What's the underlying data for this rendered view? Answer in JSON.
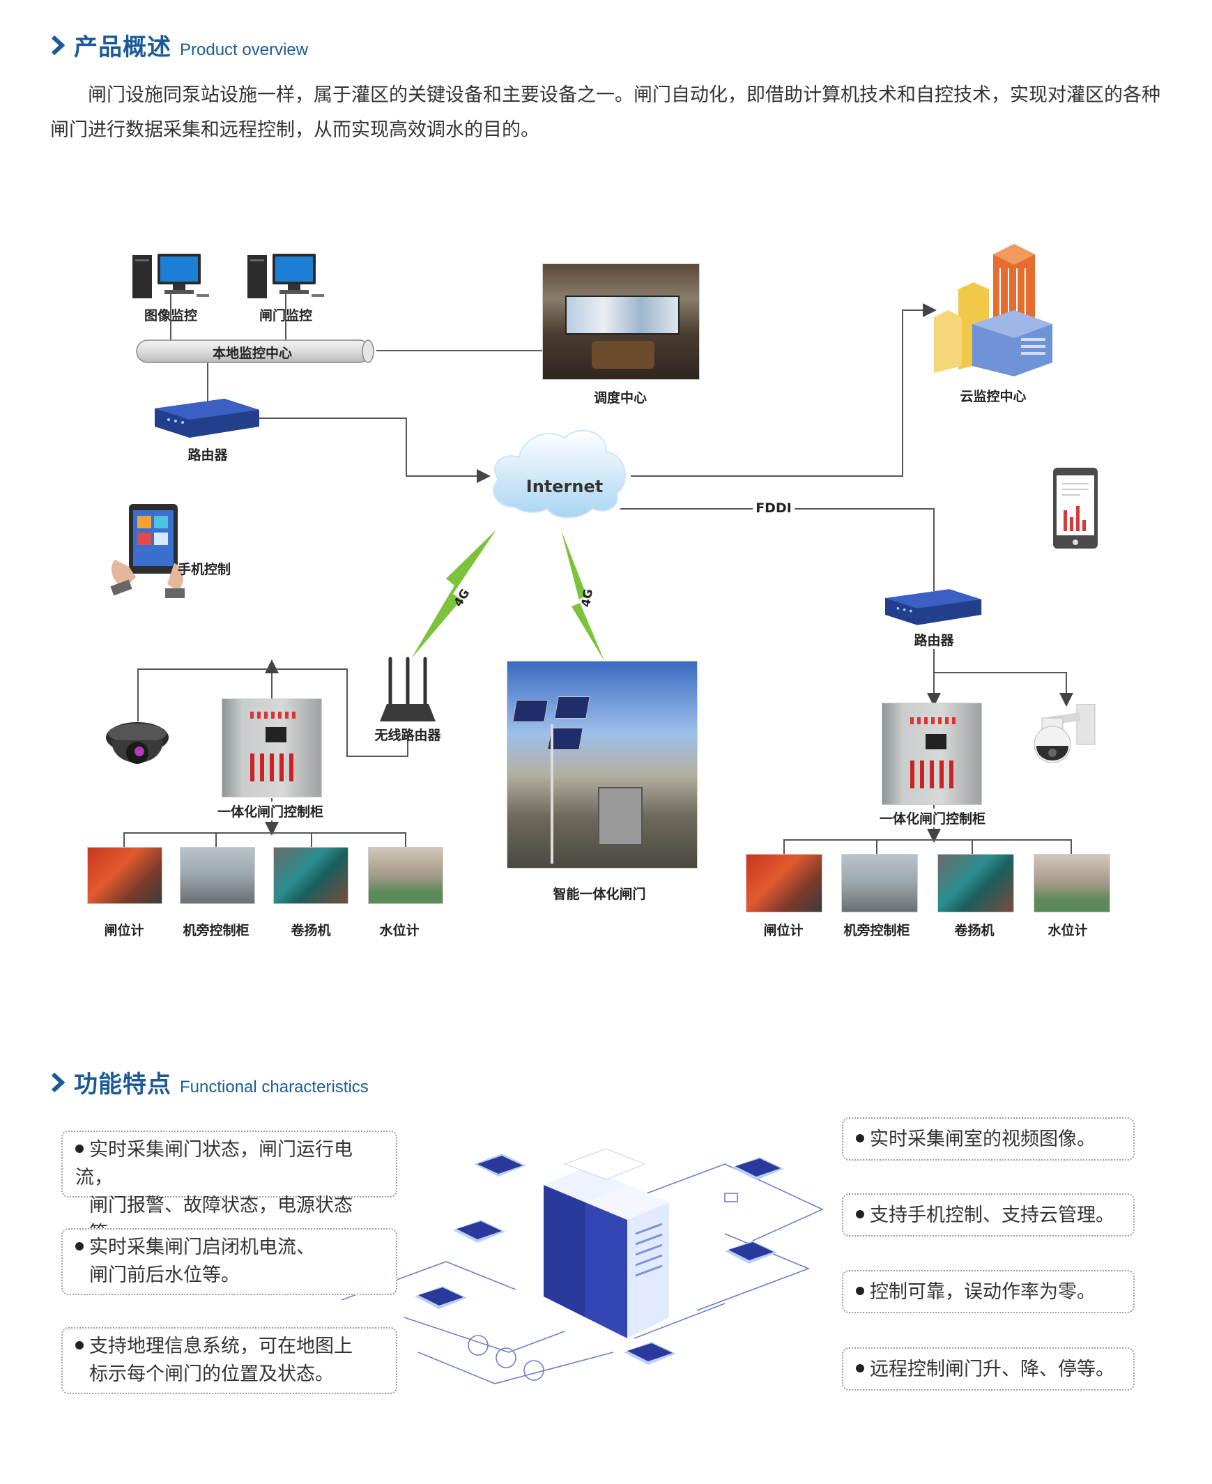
{
  "overview": {
    "title_zh": "产品概述",
    "title_en": "Product overview",
    "paragraph": "闸门设施同泵站设施一样，属于灌区的关键设备和主要设备之一。闸门自动化，即借助计算机技术和自控技术，实现对灌区的各种闸门进行数据采集和远程控制，从而实现高效调水的目的。"
  },
  "diagram": {
    "image_monitor": "图像监控",
    "gate_monitor": "闸门监控",
    "local_center": "本地监控中心",
    "router_left": "路由器",
    "dispatch_center": "调度中心",
    "cloud_center": "云监控中心",
    "internet": "Internet",
    "fddi": "FDDI",
    "phone_control": "手机控制",
    "link_4g_a": "4G",
    "link_4g_b": "4G",
    "router_right": "路由器",
    "wireless_router": "无线路由器",
    "cabinet_left": "一体化闸门控制柜",
    "cabinet_right": "一体化闸门控制柜",
    "smart_gate": "智能一体化闸门",
    "devices_left": [
      "闸位计",
      "机旁控制柜",
      "卷扬机",
      "水位计"
    ],
    "devices_right": [
      "闸位计",
      "机旁控制柜",
      "卷扬机",
      "水位计"
    ]
  },
  "features": {
    "title_zh": "功能特点",
    "title_en": "Functional characteristics",
    "left": [
      {
        "line1": "实时采集闸门状态，闸门运行电流，",
        "line2": "闸门报警、故障状态，电源状态等。"
      },
      {
        "line1": "实时采集闸门启闭机电流、",
        "line2": "闸门前后水位等。"
      },
      {
        "line1": "支持地理信息系统，可在地图上",
        "line2": "标示每个闸门的位置及状态。"
      }
    ],
    "right": [
      "实时采集闸室的视频图像。",
      "支持手机控制、支持云管理。",
      "控制可靠，误动作率为零。",
      "远程控制闸门升、降、停等。"
    ]
  },
  "colors": {
    "heading_blue": "#1b5a99",
    "line_gray": "#555555",
    "lightning_green": "#7cc23a",
    "server_blue": "#2a3a9c"
  }
}
